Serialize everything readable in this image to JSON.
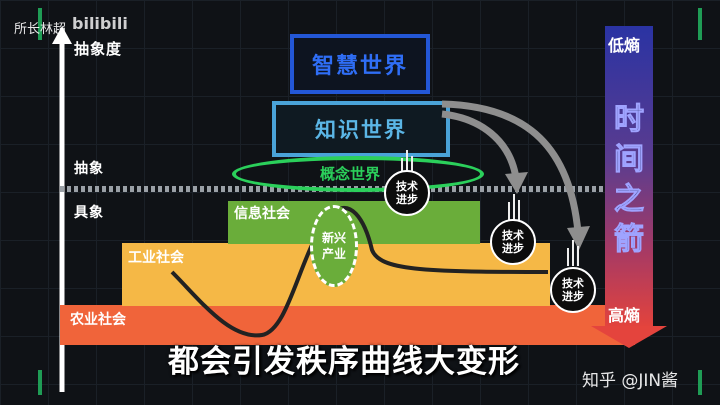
{
  "watermarks": {
    "top_left": "所长林超",
    "bilibili": "bilibili",
    "bottom_right": "知乎 @JIN酱"
  },
  "axis": {
    "top": "抽象度",
    "abstract": "抽象",
    "concrete": "具象"
  },
  "tiers": [
    {
      "label": "农业社会",
      "color": "#f0643a"
    },
    {
      "label": "工业社会",
      "color": "#f5b846"
    },
    {
      "label": "信息社会",
      "color": "#6aad3a"
    }
  ],
  "upper": {
    "concept": "概念世界",
    "knowledge": "知识世界",
    "wisdom": "智慧世界"
  },
  "emerging": {
    "line1": "新兴",
    "line2": "产业"
  },
  "tech": [
    {
      "line1": "技术",
      "line2": "进步"
    },
    {
      "line1": "技术",
      "line2": "进步"
    },
    {
      "line1": "技术",
      "line2": "进步"
    }
  ],
  "entropy": {
    "low": "低熵",
    "high": "高熵",
    "vertical": "时间之箭"
  },
  "caption": "都会引发秩序曲线大变形",
  "colors": {
    "wisdom_border": "#2357d6",
    "knowledge_border": "#4aa3d8",
    "concept_ring": "#2bd05b"
  }
}
